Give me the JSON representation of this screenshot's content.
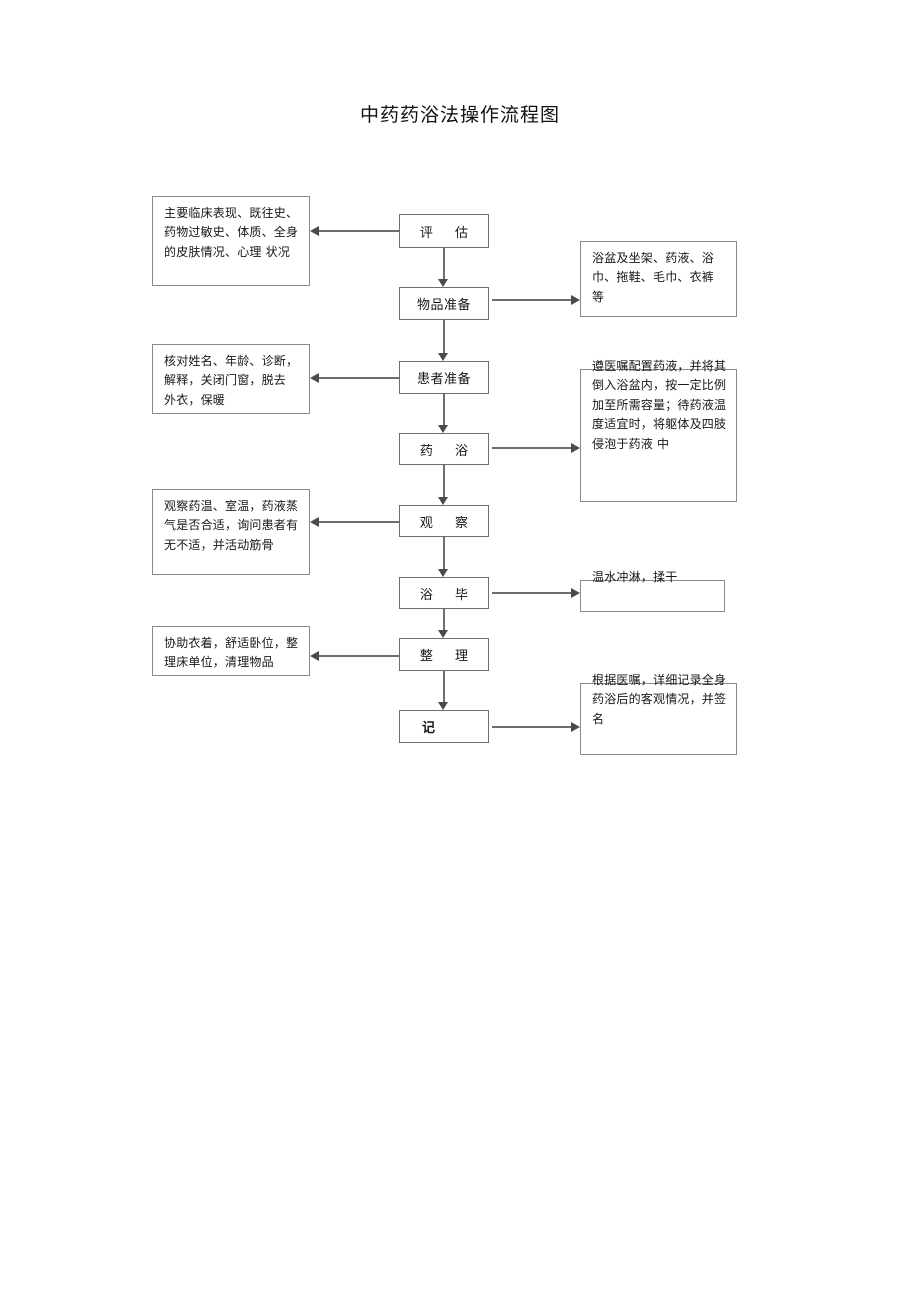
{
  "document": {
    "title": "中药药浴法操作流程图",
    "background_color": "#ffffff",
    "node_border_color": "#6e6e6e",
    "desc_border_color": "#8a8a8a",
    "connector_color": "#4a4a4a"
  },
  "flow": {
    "nodes": [
      {
        "id": "assess",
        "label": "评    估"
      },
      {
        "id": "item-preparation",
        "label": "物品准备"
      },
      {
        "id": "patient-preparation",
        "label": "患者准备"
      },
      {
        "id": "medicinal-bath",
        "label": "药    浴"
      },
      {
        "id": "observe",
        "label": "观    察"
      },
      {
        "id": "bath-finished",
        "label": "浴    毕"
      },
      {
        "id": "tidy-up",
        "label": "整    理"
      },
      {
        "id": "record",
        "label": "记"
      }
    ],
    "left_notes": [
      {
        "id": "assess-note",
        "for": "assess",
        "text": "主要临床表现、既往史、药物过敏史、体质、全身的皮肤情况、心理 状况"
      },
      {
        "id": "patient-preparation-note",
        "for": "patient-preparation",
        "text": "核对姓名、年龄、诊断，解释，关闭门窗，脱去 外衣，保暖"
      },
      {
        "id": "observe-note",
        "for": "observe",
        "text": "观察药温、室温，药液蒸气是否合适，询问患者有无不适，并活动筋骨"
      },
      {
        "id": "tidy-up-note",
        "for": "tidy-up",
        "text": "协助衣着，舒适卧位，整理床单位，清理物品"
      }
    ],
    "right_notes": [
      {
        "id": "item-preparation-note",
        "for": "item-preparation",
        "text": "浴盆及坐架、药液、浴巾、拖鞋、毛巾、衣裤 等"
      },
      {
        "id": "medicinal-bath-note",
        "for": "medicinal-bath",
        "text": "遵医嘱配置药液，并将其倒入浴盆内，按一定比例加至所需容量；待药液温度适宜时，将躯体及四肢侵泡于药液 中"
      },
      {
        "id": "bath-finished-note",
        "for": "bath-finished",
        "text": "温水冲淋，揉干"
      },
      {
        "id": "record-note",
        "for": "record",
        "text": "根据医嘱，详细记录全身药浴后的客观情况，并签名"
      }
    ]
  }
}
